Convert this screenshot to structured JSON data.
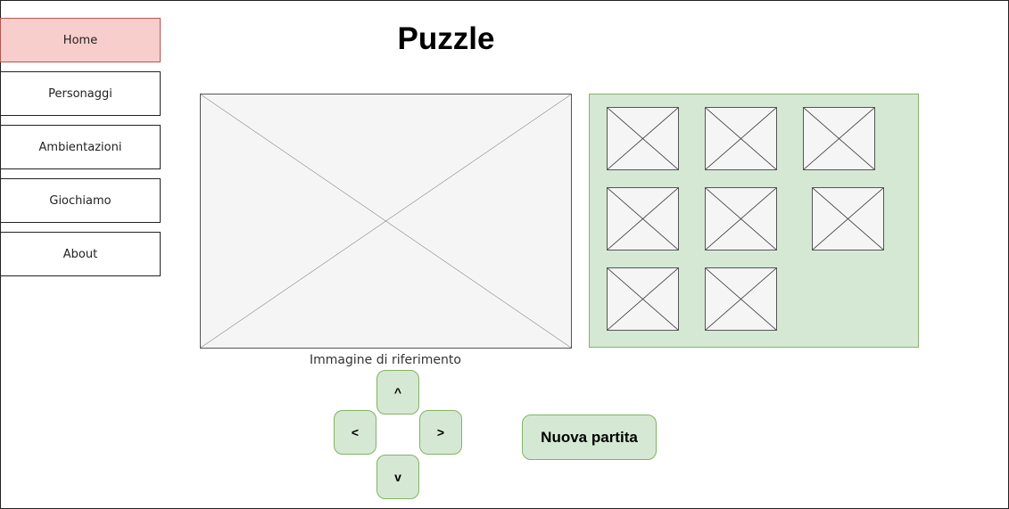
{
  "page": {
    "title": "Puzzle"
  },
  "nav": {
    "items": [
      {
        "label": "Home",
        "active": true
      },
      {
        "label": "Personaggi",
        "active": false
      },
      {
        "label": "Ambientazioni",
        "active": false
      },
      {
        "label": "Giochiamo",
        "active": false
      },
      {
        "label": "About",
        "active": false
      }
    ]
  },
  "reference": {
    "caption": "Immagine di riferimento"
  },
  "controls": {
    "up": "^",
    "left": "<",
    "right": ">",
    "down": "v"
  },
  "actions": {
    "new_game_label": "Nuova partita"
  },
  "board": {
    "tile_count": 8,
    "empty_slots": 1
  },
  "colors": {
    "active_nav_bg": "#f8cecc",
    "active_nav_border": "#b85450",
    "green_fill": "#d5e8d4",
    "green_border": "#82b366",
    "placeholder_fill": "#f5f5f5"
  }
}
